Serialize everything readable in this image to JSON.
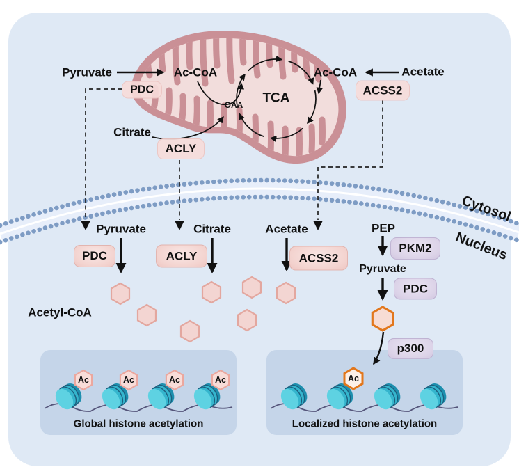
{
  "figure": {
    "mitochondrion": {
      "pyruvate": "Pyruvate",
      "ac_coa_left": "Ac-CoA",
      "ac_coa_right": "Ac-CoA",
      "acetate": "Acetate",
      "citrate": "Citrate",
      "tca": "TCA",
      "oaa": "OAA",
      "pdc": "PDC",
      "acly": "ACLY",
      "acss2": "ACSS2"
    },
    "membrane": {
      "cytosol": "Cytosol",
      "nucleus": "Nucleus"
    },
    "nucleus_section": {
      "col_pyruvate": {
        "substrate": "Pyruvate",
        "enzyme": "PDC"
      },
      "col_citrate": {
        "substrate": "Citrate",
        "enzyme": "ACLY"
      },
      "col_acetate": {
        "substrate": "Acetate",
        "enzyme": "ACSS2"
      },
      "col_pep": {
        "substrate": "PEP",
        "enzyme1": "PKM2",
        "intermediate": "Pyruvate",
        "enzyme2": "PDC",
        "acetyltransferase": "p300"
      },
      "acetyl_coa_label": "Acetyl-CoA",
      "ac_tag": "Ac",
      "panel_global": {
        "label": "Global histone acetylation"
      },
      "panel_localized": {
        "label": "Localized histone acetylation"
      }
    },
    "colors": {
      "page_bg": "#ffffff",
      "cell_bg": "#dfe9f5",
      "panel_bg": "#c5d5e9",
      "mito_outer": "#ca9096",
      "mito_inner": "#f2dddc",
      "pink_pill": "#f3d3cf",
      "purple_pill": "#dcd3e8",
      "hexagon_fill": "#f3d5d2",
      "hexagon_stroke": "#e3a79f",
      "orange_accent": "#e2771c",
      "nucleosome_light": "#5ed2e2",
      "nucleosome_mid": "#35b5cd",
      "nucleosome_dark": "#1e8fae",
      "dna_line": "#55557a",
      "membrane_dots": "#7e9cc4",
      "arrow": "#111111"
    }
  }
}
